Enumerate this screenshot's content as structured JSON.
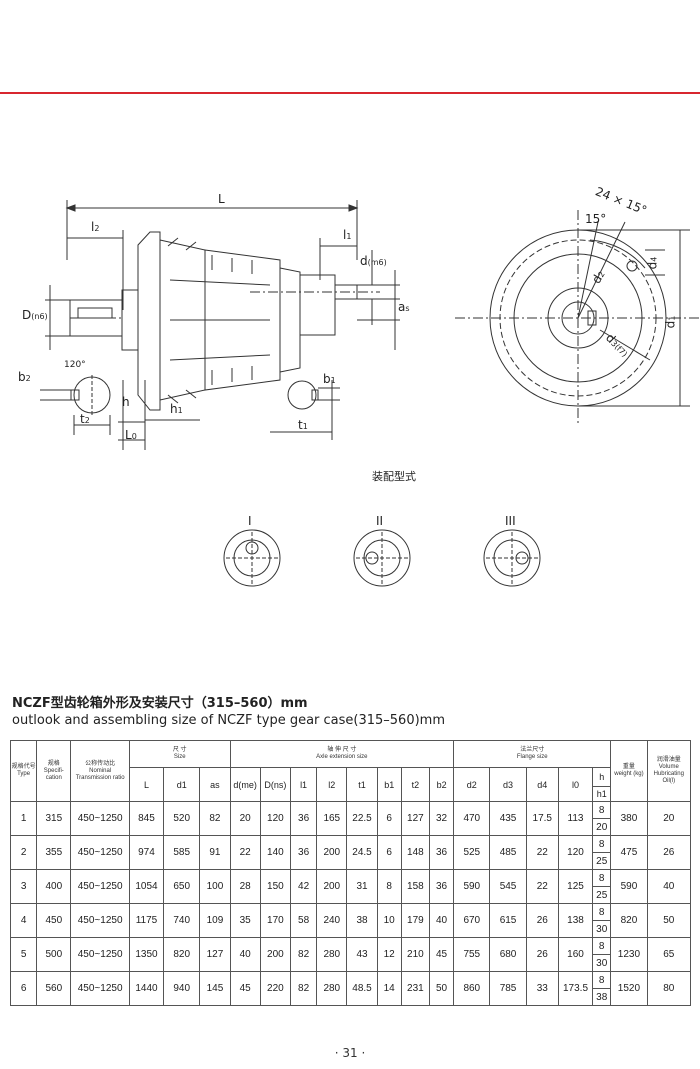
{
  "drawing": {
    "labels": {
      "L": "L",
      "l2": "l",
      "l2_sub": "2",
      "l1": "l",
      "l1_sub": "1",
      "d_m6": "d",
      "d_m6_sub": "(m6)",
      "D_n6": "D",
      "D_n6_sub": "(n6)",
      "as": "a",
      "as_sub": "s",
      "b2": "b",
      "b2_sub": "2",
      "b1": "b",
      "b1_sub": "1",
      "angle": "120°",
      "h": "h",
      "h1": "h",
      "h1_sub": "1",
      "t2": "t",
      "t2_sub": "2",
      "t1": "t",
      "t1_sub": "1",
      "L0": "L",
      "L0_sub": "0",
      "holes": "24 × 15°",
      "deg15": "15°",
      "d2": "d",
      "d2_sub": "2",
      "d4": "d",
      "d4_sub": "4",
      "d3": "d",
      "d3_sub": "3(f7)",
      "d1": "d",
      "d1_sub": "1"
    },
    "assembly_title": "装配型式",
    "assembly_types": [
      "I",
      "II",
      "III"
    ]
  },
  "title_cn": "NCZF型齿轮箱外形及安装尺寸（315–560）mm",
  "title_en": "outlook and assembling size of NCZF type gear case(315–560)mm",
  "table": {
    "h_type_cn": "规格代号",
    "h_type_en": "Type",
    "h_spec_cn": "规格",
    "h_spec_en": "Specifi-cation",
    "h_ratio_cn": "公称传动比",
    "h_ratio_en": "Nominal Transmission ratio",
    "h_size_cn": "尺 寸",
    "h_size_en": "Size",
    "h_axle_cn": "轴 伸 尺 寸",
    "h_axle_en": "Axle extension size",
    "h_flange_cn": "法兰尺寸",
    "h_flange_en": "Flange size",
    "h_weight_cn": "重量",
    "h_weight_en": "weight (kg)",
    "h_oil_cn": "润滑油量",
    "h_oil_en": "Volume Hubricating Oil(l)",
    "sym": {
      "L": "L",
      "d1": "d1",
      "as": "as",
      "dme": "d(me)",
      "Dns": "D(ns)",
      "l1": "l1",
      "l2": "l2",
      "t1": "t1",
      "b1": "b1",
      "t2": "t2",
      "b2": "b2",
      "d2": "d2",
      "d3": "d3",
      "d4": "d4",
      "l0": "l0",
      "h": "h",
      "h1": "h1"
    },
    "rows": [
      {
        "type": "1",
        "spec": "315",
        "ratio": "450~1250",
        "L": "845",
        "d1": "520",
        "as": "82",
        "dme": "20",
        "Dns": "120",
        "l1": "36",
        "l2": "165",
        "t1": "22.5",
        "b1": "6",
        "t2": "127",
        "b2": "32",
        "d2": "470",
        "d3": "435",
        "d4": "17.5",
        "l0": "113",
        "h": "8",
        "h1": "20",
        "weight": "380",
        "oil": "20"
      },
      {
        "type": "2",
        "spec": "355",
        "ratio": "450~1250",
        "L": "974",
        "d1": "585",
        "as": "91",
        "dme": "22",
        "Dns": "140",
        "l1": "36",
        "l2": "200",
        "t1": "24.5",
        "b1": "6",
        "t2": "148",
        "b2": "36",
        "d2": "525",
        "d3": "485",
        "d4": "22",
        "l0": "120",
        "h": "8",
        "h1": "25",
        "weight": "475",
        "oil": "26"
      },
      {
        "type": "3",
        "spec": "400",
        "ratio": "450~1250",
        "L": "1054",
        "d1": "650",
        "as": "100",
        "dme": "28",
        "Dns": "150",
        "l1": "42",
        "l2": "200",
        "t1": "31",
        "b1": "8",
        "t2": "158",
        "b2": "36",
        "d2": "590",
        "d3": "545",
        "d4": "22",
        "l0": "125",
        "h": "8",
        "h1": "25",
        "weight": "590",
        "oil": "40"
      },
      {
        "type": "4",
        "spec": "450",
        "ratio": "450~1250",
        "L": "1175",
        "d1": "740",
        "as": "109",
        "dme": "35",
        "Dns": "170",
        "l1": "58",
        "l2": "240",
        "t1": "38",
        "b1": "10",
        "t2": "179",
        "b2": "40",
        "d2": "670",
        "d3": "615",
        "d4": "26",
        "l0": "138",
        "h": "8",
        "h1": "30",
        "weight": "820",
        "oil": "50"
      },
      {
        "type": "5",
        "spec": "500",
        "ratio": "450~1250",
        "L": "1350",
        "d1": "820",
        "as": "127",
        "dme": "40",
        "Dns": "200",
        "l1": "82",
        "l2": "280",
        "t1": "43",
        "b1": "12",
        "t2": "210",
        "b2": "45",
        "d2": "755",
        "d3": "680",
        "d4": "26",
        "l0": "160",
        "h": "8",
        "h1": "30",
        "weight": "1230",
        "oil": "65"
      },
      {
        "type": "6",
        "spec": "560",
        "ratio": "450~1250",
        "L": "1440",
        "d1": "940",
        "as": "145",
        "dme": "45",
        "Dns": "220",
        "l1": "82",
        "l2": "280",
        "t1": "48.5",
        "b1": "14",
        "t2": "231",
        "b2": "50",
        "d2": "860",
        "d3": "785",
        "d4": "33",
        "l0": "173.5",
        "h": "8",
        "h1": "38",
        "weight": "1520",
        "oil": "80"
      }
    ]
  },
  "page_number": "· 31 ·"
}
